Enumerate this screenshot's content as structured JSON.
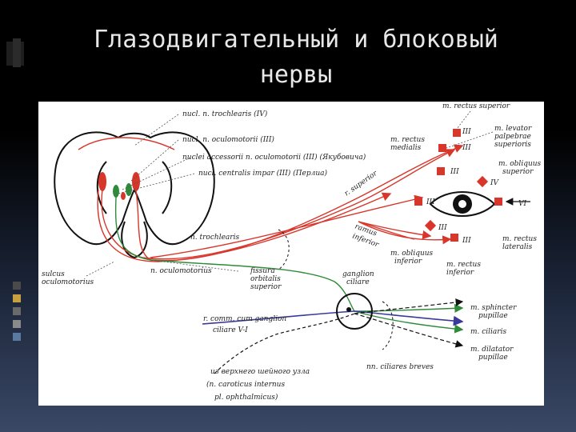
{
  "slide": {
    "title_line1": "Глазодвигательный и блоковый",
    "title_line2": "нервы"
  },
  "colors": {
    "red": "#d8362a",
    "green": "#2f8a3a",
    "blue": "#3a3a9c",
    "black": "#111111"
  },
  "labels": {
    "nucl_trochlearis": "nucl. n. trochlearis (IV)",
    "nucl_oculomotorii": "nucl. n. oculomotorii (III)",
    "nuclei_accessorii": "nuclei accessorii n. oculomotorii (III) (Якубовича)",
    "nucl_centralis": "nucl. centralis impar (III) (Перлиа)",
    "n_trochlearis": "n. trochlearis",
    "n_oculomotorius": "n. oculomotorius",
    "sulcus_1": "sulcus",
    "sulcus_2": "oculomotorius",
    "fissura_1": "fissura",
    "fissura_2": "orbitalis",
    "fissura_3": "superior",
    "ramus_sup": "r. superior",
    "ramus_inf_1": "ramus",
    "ramus_inf_2": "inferior",
    "rectus_sup": "m. rectus superior",
    "levator_1": "m. levator",
    "levator_2": "palpebrae",
    "levator_3": "superioris",
    "rectus_med_1": "m. rectus",
    "rectus_med_2": "medialis",
    "obliquus_sup_1": "m. obliquus",
    "obliquus_sup_2": "superior",
    "obliquus_inf_1": "m. obliquus",
    "obliquus_inf_2": "inferior",
    "rectus_inf_1": "m. rectus",
    "rectus_inf_2": "inferior",
    "rectus_lat_1": "m. rectus",
    "rectus_lat_2": "lateralis",
    "ganglion_1": "ganglion",
    "ganglion_2": "ciliare",
    "r_comm_1": "r. comm. cum ganglion",
    "r_comm_2": "ciliare V-I",
    "sphincter_1": "m. sphincter",
    "sphincter_2": "pupillae",
    "ciliaris": "m. ciliaris",
    "dilatator_1": "m. dilatator",
    "dilatator_2": "pupillae",
    "nn_ciliares": "nn. ciliares breves",
    "symp_1": "из верхнего шейного узла",
    "symp_2": "(n. caroticus internus",
    "symp_3": "pl. ophthalmicus)",
    "rn_III_a": "III",
    "rn_III_b": "III",
    "rn_III_c": "III",
    "rn_III_d": "III",
    "rn_III_e": "III",
    "rn_III_f": "III",
    "rn_IV": "IV",
    "rn_VI": "VI"
  }
}
